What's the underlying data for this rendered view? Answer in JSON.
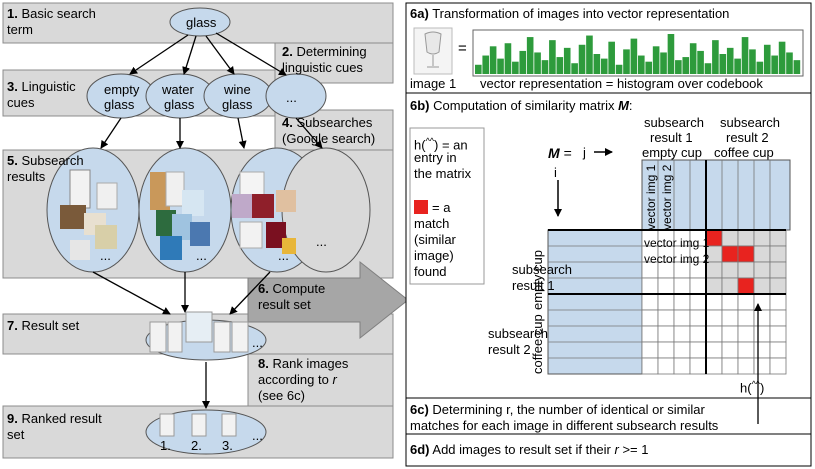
{
  "steps": {
    "s1": {
      "num": "1.",
      "text": "Basic search",
      "text2": "term"
    },
    "s2": {
      "num": "2.",
      "text": "Determining",
      "text2": "linguistic cues"
    },
    "s3": {
      "num": "3.",
      "text": "Linguistic",
      "text2": "cues"
    },
    "s4": {
      "num": "4.",
      "text": "Subsearches",
      "text2": "(Google search)"
    },
    "s5": {
      "num": "5.",
      "text": "Subsearch",
      "text2": "results"
    },
    "s6": {
      "num": "6.",
      "text": "Compute",
      "text2": "result set"
    },
    "s7": {
      "num": "7.",
      "text": "Result set"
    },
    "s8": {
      "num": "8.",
      "text": "Rank images",
      "text2": "according to ",
      "var": "r",
      "text3": "(see 6c)"
    },
    "s9": {
      "num": "9.",
      "text": "Ranked result",
      "text2": "set"
    }
  },
  "nodes": {
    "glass": "glass",
    "cue1a": "empty",
    "cue1b": "glass",
    "cue2a": "water",
    "cue2b": "glass",
    "cue3a": "wine",
    "cue3b": "glass",
    "cue4": "...",
    "more5": "...",
    "sub1_more": "...",
    "sub2_more": "...",
    "sub3_more": "...",
    "result_more": "...",
    "ranked_more": "...",
    "rank1": "1.",
    "rank2": "2.",
    "rank3": "3."
  },
  "panel6a": {
    "title_num": "6a)",
    "title": "Transformation of images into vector representation",
    "equals": "=",
    "image_label": "image 1",
    "vector_label": "vector representation = histogram over codebook",
    "histogram": [
      6,
      12,
      18,
      10,
      20,
      8,
      15,
      24,
      14,
      9,
      22,
      11,
      17,
      7,
      19,
      25,
      13,
      10,
      21,
      6,
      16,
      23,
      12,
      8,
      18,
      14,
      26,
      9,
      11,
      20,
      15,
      7,
      22,
      13,
      17,
      10,
      24,
      16,
      8,
      19,
      12,
      21,
      14,
      9
    ]
  },
  "panel6b": {
    "title_num": "6b)",
    "title": "Computation of similarity matrix ",
    "title_var": "M",
    "title_colon": ":",
    "legend_entry": "h(",
    "legend_entry2": ") = an",
    "legend_entry3": "entry in",
    "legend_entry4": "the matrix",
    "legend_match1": "= a",
    "legend_match2": "match",
    "legend_match3": "(similar",
    "legend_match4": "image)",
    "legend_match5": "found",
    "hat": "^^",
    "ij": "i j",
    "m_label": "M",
    "m_eq": "=",
    "j_label": "j",
    "i_label": "i",
    "col_sub1_a": "subsearch",
    "col_sub1_b": "result 1",
    "col_sub1_c": "empty cup",
    "col_sub2_a": "subsearch",
    "col_sub2_b": "result 2",
    "col_sub2_c": "coffee cup",
    "col_vec1": "vector img 1",
    "col_vec2": "vector img 2",
    "row_vec1": "vector img 1",
    "row_vec2": "vector img 2",
    "row_sub1_a": "subsearch",
    "row_sub1_b": "result 1",
    "row_sub1_c": "empty cup",
    "row_sub2_a": "subsearch",
    "row_sub2_b": "result 2",
    "row_sub2_c": "coffee cup",
    "bottom_h": "h("
  },
  "panel6c": {
    "title_num": "6c)",
    "line1": "Determining r, the number of identical or similar",
    "line2": "matches for each image in different subsearch results"
  },
  "panel6d": {
    "title_num": "6d)",
    "text": "Add images to result set if their ",
    "var": "r",
    "text2": " >= 1"
  },
  "colors": {
    "step_bg": "#d9d9d9",
    "ellipse_fill": "#c6d9ec",
    "histogram": "#2e9b3c",
    "match": "#e8231f",
    "matrix_blue": "#c6d9ec",
    "matrix_grey": "#d9d9d9"
  }
}
